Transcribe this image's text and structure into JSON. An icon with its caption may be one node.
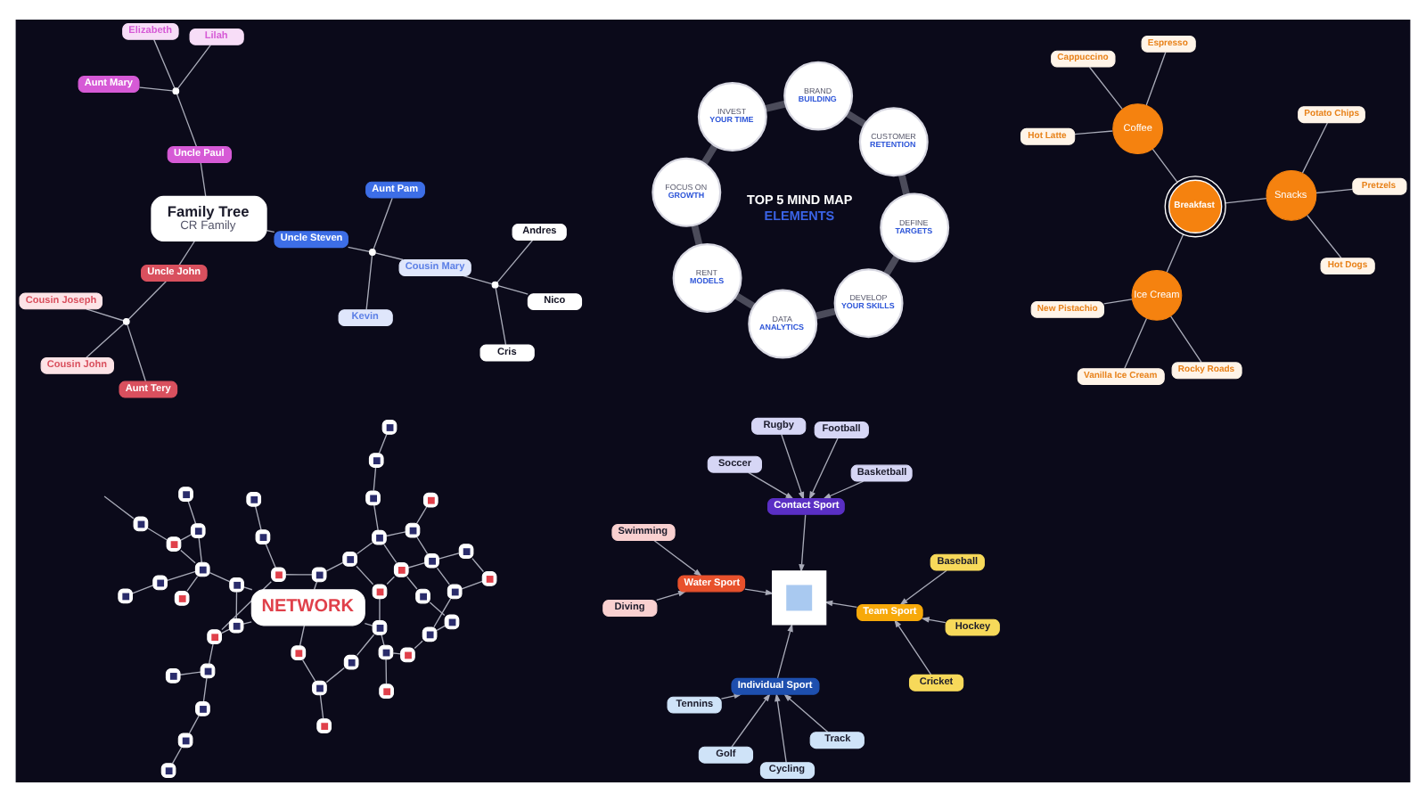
{
  "diagram": {
    "nodes": [
      {
        "text": [
          "Aunt Tery"
        ]
      },
      {
        "text": [
          "Cousin John"
        ]
      },
      {
        "text": [],
        "shape": "circle"
      },
      {
        "text": [
          "Cousin Joseph"
        ]
      },
      {
        "text": [
          "Uncle John"
        ]
      },
      {
        "text": [
          "Kevin"
        ]
      },
      {
        "text": [
          "Aunt Pam"
        ]
      },
      {
        "text": [],
        "shape": "circle"
      },
      {
        "text": [
          "Uncle Steven"
        ]
      },
      {
        "text": [
          "Family Tree",
          "CR Family"
        ]
      },
      {
        "text": [
          "Cousin Mary"
        ]
      },
      {
        "text": [],
        "shape": "circle"
      },
      {
        "text": [
          "Nico"
        ]
      },
      {
        "text": [
          "Andres"
        ]
      },
      {
        "text": [
          "Cris"
        ]
      },
      {
        "text": [
          "Uncle Paul"
        ]
      },
      {
        "text": [
          "Lilah"
        ]
      },
      {
        "text": [],
        "shape": "circle"
      },
      {
        "text": [
          "Elizabeth"
        ]
      },
      {
        "text": [
          "Aunt Mary"
        ]
      },
      {
        "text": [
          "CUSTOMER",
          "RETENTION"
        ]
      },
      {
        "text": [
          "DEFINE",
          "TARGETS"
        ]
      },
      {
        "text": [
          "DEVELOP",
          "YOUR SKILLS"
        ]
      },
      {
        "text": [
          "DATA",
          "ANALYTICS"
        ]
      },
      {
        "text": [
          "RENT",
          "MODELS"
        ]
      },
      {
        "text": [
          "FOCUS ON",
          "GROWTH"
        ]
      },
      {
        "text": [
          "INVEST",
          "YOUR TIME"
        ]
      },
      {
        "text": [
          "BRAND",
          "BUILDING"
        ]
      },
      {
        "text": [
          "Ice Cream"
        ]
      },
      {
        "text": [
          "Vanilla Ice Cream"
        ]
      },
      {
        "text": [
          "Rocky Roads"
        ]
      },
      {
        "text": [
          "New Pistachio"
        ]
      },
      {
        "text": [
          "Breakfast"
        ]
      },
      {
        "text": [
          "Hot Latte"
        ]
      },
      {
        "text": [
          "Coffee"
        ]
      },
      {
        "text": [
          "Espresso"
        ]
      },
      {
        "text": [
          "Cappuccino"
        ]
      },
      {
        "text": [
          "Snacks"
        ]
      },
      {
        "text": [
          "Pretzels"
        ]
      },
      {
        "text": [
          "Potato Chips"
        ]
      },
      {
        "text": [
          "Hot Dogs"
        ]
      },
      {
        "text": [
          "NETWORK"
        ]
      },
      {
        "text": [],
        "shape": "box"
      },
      {
        "text": [],
        "shape": "box"
      },
      {
        "text": [],
        "shape": "box"
      },
      {
        "text": [],
        "shape": "box"
      },
      {
        "text": [],
        "shape": "box"
      },
      {
        "text": [],
        "shape": "box"
      },
      {
        "text": [],
        "shape": "box"
      },
      {
        "text": [],
        "shape": "box"
      },
      {
        "text": [],
        "shape": "box"
      },
      {
        "text": [],
        "shape": "box"
      },
      {
        "text": [],
        "shape": "box"
      },
      {
        "text": [],
        "shape": "box"
      },
      {
        "text": [],
        "shape": "box"
      },
      {
        "text": [],
        "shape": "box"
      },
      {
        "text": [],
        "shape": "box"
      },
      {
        "text": [],
        "shape": "box"
      },
      {
        "text": [],
        "shape": "box"
      },
      {
        "text": [],
        "shape": "box"
      },
      {
        "text": [],
        "shape": "box"
      },
      {
        "text": [],
        "shape": "box"
      },
      {
        "text": [],
        "shape": "box"
      },
      {
        "text": [],
        "shape": "box"
      },
      {
        "text": [],
        "shape": "box"
      },
      {
        "text": [],
        "shape": "box"
      },
      {
        "text": [],
        "shape": "box"
      },
      {
        "text": [],
        "shape": "box"
      },
      {
        "text": [],
        "shape": "box"
      },
      {
        "text": [],
        "shape": "box"
      },
      {
        "text": [],
        "shape": "box"
      },
      {
        "text": [],
        "shape": "box"
      },
      {
        "text": [],
        "shape": "box"
      },
      {
        "text": [],
        "shape": "box"
      },
      {
        "text": [],
        "shape": "box"
      },
      {
        "text": [],
        "shape": "box"
      },
      {
        "text": [],
        "shape": "box"
      },
      {
        "text": [],
        "shape": "box"
      },
      {
        "text": [],
        "shape": "box"
      },
      {
        "text": [],
        "shape": "box"
      },
      {
        "text": [],
        "shape": "box"
      },
      {
        "text": [],
        "shape": "box"
      },
      {
        "text": [],
        "shape": "box"
      },
      {
        "text": [],
        "shape": "box"
      },
      {
        "text": [],
        "shape": "box"
      },
      {
        "text": [],
        "shape": "box"
      },
      {
        "text": [
          "Track"
        ]
      },
      {
        "text": [
          "Golf"
        ]
      },
      {
        "text": [
          "Cycling"
        ]
      },
      {
        "text": [
          "Individual Sport"
        ]
      },
      {
        "text": [
          "Tennins"
        ]
      },
      {
        "text": [
          "Diving"
        ]
      },
      {
        "text": [
          "Baseball"
        ]
      },
      {
        "text": [
          "Water Sport"
        ]
      },
      {
        "text": [],
        "shape": "picture"
      },
      {
        "text": [
          "Team Sport"
        ]
      },
      {
        "text": [
          "Hockey"
        ]
      },
      {
        "text": [
          "Swimming"
        ]
      },
      {
        "text": [
          "Cricket"
        ]
      },
      {
        "text": [
          "Basketball"
        ]
      },
      {
        "text": [
          "Contact Sport"
        ]
      },
      {
        "text": [
          "Rugby"
        ]
      },
      {
        "text": [
          "Football"
        ]
      },
      {
        "text": [
          "Soccer"
        ]
      }
    ],
    "edges": [
      {
        "from": 0,
        "to": 2,
        "arrow": "none"
      },
      {
        "from": 1,
        "to": 2,
        "arrow": "none"
      },
      {
        "from": 2,
        "to": 3,
        "arrow": "none"
      },
      {
        "from": 2,
        "to": 4,
        "arrow": "none"
      },
      {
        "from": 4,
        "to": 9,
        "arrow": "none"
      },
      {
        "from": 5,
        "to": 7,
        "arrow": "none"
      },
      {
        "from": 6,
        "to": 7,
        "arrow": "none"
      },
      {
        "from": 7,
        "to": 8,
        "arrow": "none"
      },
      {
        "from": 8,
        "to": 9,
        "arrow": "none"
      },
      {
        "from": 7,
        "to": 10,
        "arrow": "none"
      },
      {
        "from": 10,
        "to": 11,
        "arrow": "none"
      },
      {
        "from": 11,
        "to": 12,
        "arrow": "none"
      },
      {
        "from": 11,
        "to": 13,
        "arrow": "none"
      },
      {
        "from": 11,
        "to": 14,
        "arrow": "none"
      },
      {
        "from": 9,
        "to": 15,
        "arrow": "none"
      },
      {
        "from": 15,
        "to": 17,
        "arrow": "none"
      },
      {
        "from": 16,
        "to": 17,
        "arrow": "none"
      },
      {
        "from": 17,
        "to": 18,
        "arrow": "none"
      },
      {
        "from": 17,
        "to": 19,
        "arrow": "none"
      },
      {
        "from": 20,
        "to": 21,
        "arrow": "none",
        "style": "thick",
        "color": "#4b4b5a"
      },
      {
        "from": 21,
        "to": 22,
        "arrow": "none",
        "style": "thick",
        "color": "#4b4b5a"
      },
      {
        "from": 22,
        "to": 23,
        "arrow": "none",
        "style": "thick",
        "color": "#4b4b5a"
      },
      {
        "from": 23,
        "to": 24,
        "arrow": "none",
        "style": "thick",
        "color": "#4b4b5a"
      },
      {
        "from": 24,
        "to": 25,
        "arrow": "none",
        "style": "thick",
        "color": "#4b4b5a"
      },
      {
        "from": 25,
        "to": 26,
        "arrow": "none",
        "style": "thick",
        "color": "#4b4b5a"
      },
      {
        "from": 26,
        "to": 27,
        "arrow": "none",
        "style": "thick",
        "color": "#4b4b5a"
      },
      {
        "from": 27,
        "to": 20,
        "arrow": "none",
        "style": "thick",
        "color": "#4b4b5a"
      },
      {
        "from": 28,
        "to": 29,
        "arrow": "none"
      },
      {
        "from": 28,
        "to": 30,
        "arrow": "none"
      },
      {
        "from": 28,
        "to": 31,
        "arrow": "none"
      },
      {
        "from": 28,
        "to": 32,
        "arrow": "none"
      },
      {
        "from": 32,
        "to": 34,
        "arrow": "none"
      },
      {
        "from": 32,
        "to": 37,
        "arrow": "none"
      },
      {
        "from": 34,
        "to": 33,
        "arrow": "none"
      },
      {
        "from": 34,
        "to": 35,
        "arrow": "none"
      },
      {
        "from": 34,
        "to": 36,
        "arrow": "none"
      },
      {
        "from": 37,
        "to": 38,
        "arrow": "none"
      },
      {
        "from": 37,
        "to": 39,
        "arrow": "none"
      },
      {
        "from": 37,
        "to": 40,
        "arrow": "none"
      },
      {
        "from": 45,
        "to": 42,
        "arrow": "none"
      },
      {
        "from": 42,
        "to": 43,
        "arrow": "none"
      },
      {
        "from": 43,
        "to": 46,
        "arrow": "none"
      },
      {
        "from": 44,
        "to": 46,
        "arrow": "none"
      },
      {
        "from": 46,
        "to": 53,
        "arrow": "none"
      },
      {
        "from": 53,
        "to": 54,
        "arrow": "none"
      },
      {
        "from": 53,
        "to": 58,
        "arrow": "none"
      },
      {
        "from": 58,
        "to": 41,
        "arrow": "none"
      },
      {
        "from": 58,
        "to": 64,
        "arrow": "none"
      },
      {
        "from": 47,
        "to": 48,
        "arrow": "none"
      },
      {
        "from": 47,
        "to": 54,
        "arrow": "none"
      },
      {
        "from": 54,
        "to": 59,
        "arrow": "none"
      },
      {
        "from": 59,
        "to": 41,
        "arrow": "none"
      },
      {
        "from": 57,
        "to": 63,
        "arrow": "none"
      },
      {
        "from": null,
        "to": 60,
        "arrow": "none"
      },
      {
        "from": 60,
        "to": 62,
        "arrow": "none"
      },
      {
        "from": 62,
        "to": 63,
        "arrow": "none"
      },
      {
        "from": 62,
        "to": 67,
        "arrow": "none"
      },
      {
        "from": 63,
        "to": 67,
        "arrow": "none"
      },
      {
        "from": 64,
        "to": 41,
        "arrow": "none"
      },
      {
        "from": 64,
        "to": 67,
        "arrow": "none"
      },
      {
        "from": 67,
        "to": 74,
        "arrow": "none"
      },
      {
        "from": 73,
        "to": 74,
        "arrow": "none"
      },
      {
        "from": 67,
        "to": 81,
        "arrow": "none"
      },
      {
        "from": 41,
        "to": 68,
        "arrow": "none"
      },
      {
        "from": 68,
        "to": 75,
        "arrow": "none"
      },
      {
        "from": 75,
        "to": 76,
        "arrow": "none"
      },
      {
        "from": 75,
        "to": 83,
        "arrow": "none"
      },
      {
        "from": 41,
        "to": 69,
        "arrow": "none"
      },
      {
        "from": 69,
        "to": 76,
        "arrow": "none"
      },
      {
        "from": 69,
        "to": 77,
        "arrow": "none"
      },
      {
        "from": 77,
        "to": 85,
        "arrow": "none"
      },
      {
        "from": 77,
        "to": 82,
        "arrow": "none"
      },
      {
        "from": 51,
        "to": 50,
        "arrow": "none"
      },
      {
        "from": 49,
        "to": 50,
        "arrow": "none"
      },
      {
        "from": 49,
        "to": 56,
        "arrow": "none"
      },
      {
        "from": 55,
        "to": 56,
        "arrow": "none"
      },
      {
        "from": 59,
        "to": 55,
        "arrow": "none"
      },
      {
        "from": 55,
        "to": 65,
        "arrow": "none"
      },
      {
        "from": 56,
        "to": 66,
        "arrow": "none"
      },
      {
        "from": 56,
        "to": 61,
        "arrow": "none"
      },
      {
        "from": 52,
        "to": 61,
        "arrow": "none"
      },
      {
        "from": 65,
        "to": 66,
        "arrow": "none"
      },
      {
        "from": 65,
        "to": 69,
        "arrow": "none"
      },
      {
        "from": 66,
        "to": 72,
        "arrow": "none"
      },
      {
        "from": 66,
        "to": 70,
        "arrow": "none"
      },
      {
        "from": 61,
        "to": 70,
        "arrow": "none"
      },
      {
        "from": 70,
        "to": 79,
        "arrow": "none"
      },
      {
        "from": 70,
        "to": 71,
        "arrow": "none"
      },
      {
        "from": 71,
        "to": 80,
        "arrow": "none"
      },
      {
        "from": 79,
        "to": 80,
        "arrow": "none"
      },
      {
        "from": 72,
        "to": 78,
        "arrow": "none"
      },
      {
        "from": 78,
        "to": 84,
        "arrow": "none"
      },
      {
        "from": 79,
        "to": 84,
        "arrow": "none"
      },
      {
        "from": 82,
        "to": 84,
        "arrow": "none"
      },
      {
        "from": 86,
        "to": 89,
        "arrow": "to"
      },
      {
        "from": 87,
        "to": 89,
        "arrow": "to"
      },
      {
        "from": 88,
        "to": 89,
        "arrow": "to"
      },
      {
        "from": 90,
        "to": 89,
        "arrow": "to"
      },
      {
        "from": 89,
        "to": 94,
        "arrow": "to"
      },
      {
        "from": 91,
        "to": 93,
        "arrow": "to"
      },
      {
        "from": 97,
        "to": 93,
        "arrow": "to"
      },
      {
        "from": 93,
        "to": 94,
        "arrow": "to"
      },
      {
        "from": 92,
        "to": 95,
        "arrow": "to"
      },
      {
        "from": 98,
        "to": 95,
        "arrow": "to"
      },
      {
        "from": 96,
        "to": 95,
        "arrow": "to"
      },
      {
        "from": 95,
        "to": 94,
        "arrow": "to"
      },
      {
        "from": 99,
        "to": 100,
        "arrow": "to"
      },
      {
        "from": 101,
        "to": 100,
        "arrow": "to"
      },
      {
        "from": 102,
        "to": 100,
        "arrow": "to"
      },
      {
        "from": 103,
        "to": 100,
        "arrow": "to"
      },
      {
        "from": 100,
        "to": 94,
        "arrow": "to"
      }
    ],
    "labels": [
      "TOP 5 MIND MAP",
      "ELEMENTS"
    ]
  }
}
